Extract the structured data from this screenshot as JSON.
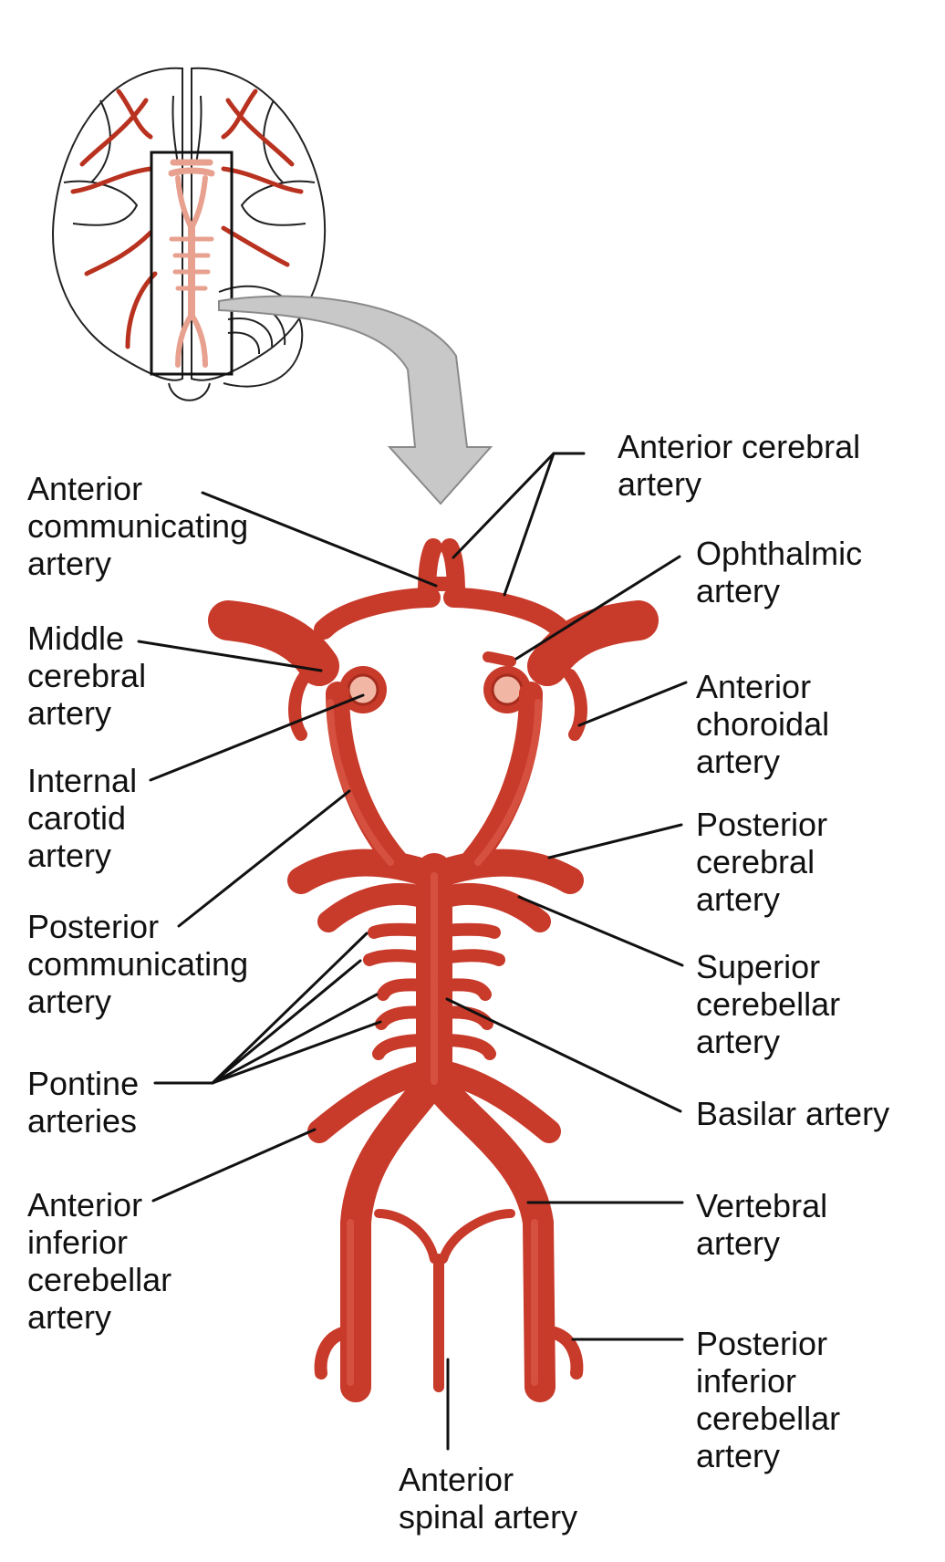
{
  "labels": {
    "anterior_cerebral": [
      "Anterior cerebral",
      "artery"
    ],
    "anterior_communicating": [
      "Anterior",
      "communicating",
      "artery"
    ],
    "ophthalmic": [
      "Ophthalmic",
      "artery"
    ],
    "middle_cerebral": [
      "Middle",
      "cerebral",
      "artery"
    ],
    "anterior_choroidal": [
      "Anterior",
      "choroidal",
      "artery"
    ],
    "internal_carotid": [
      "Internal",
      "carotid",
      "artery"
    ],
    "posterior_cerebral": [
      "Posterior",
      "cerebral",
      "artery"
    ],
    "posterior_communicating": [
      "Posterior",
      "communicating",
      "artery"
    ],
    "superior_cerebellar": [
      "Superior",
      "cerebellar",
      "artery"
    ],
    "pontine": [
      "Pontine",
      "arteries"
    ],
    "basilar": [
      "Basilar artery"
    ],
    "anterior_inferior_cerebellar": [
      "Anterior",
      "inferior",
      "cerebellar",
      "artery"
    ],
    "vertebral": [
      "Vertebral",
      "artery"
    ],
    "posterior_inferior_cerebellar": [
      "Posterior",
      "inferior",
      "cerebellar",
      "artery"
    ],
    "anterior_spinal": [
      "Anterior",
      "spinal artery"
    ]
  },
  "colors": {
    "artery": "#c83a2a",
    "artery_highlight": "#e0634f",
    "mini_artery": "#e8a08f",
    "arrow_fill": "#c8c8c8"
  }
}
